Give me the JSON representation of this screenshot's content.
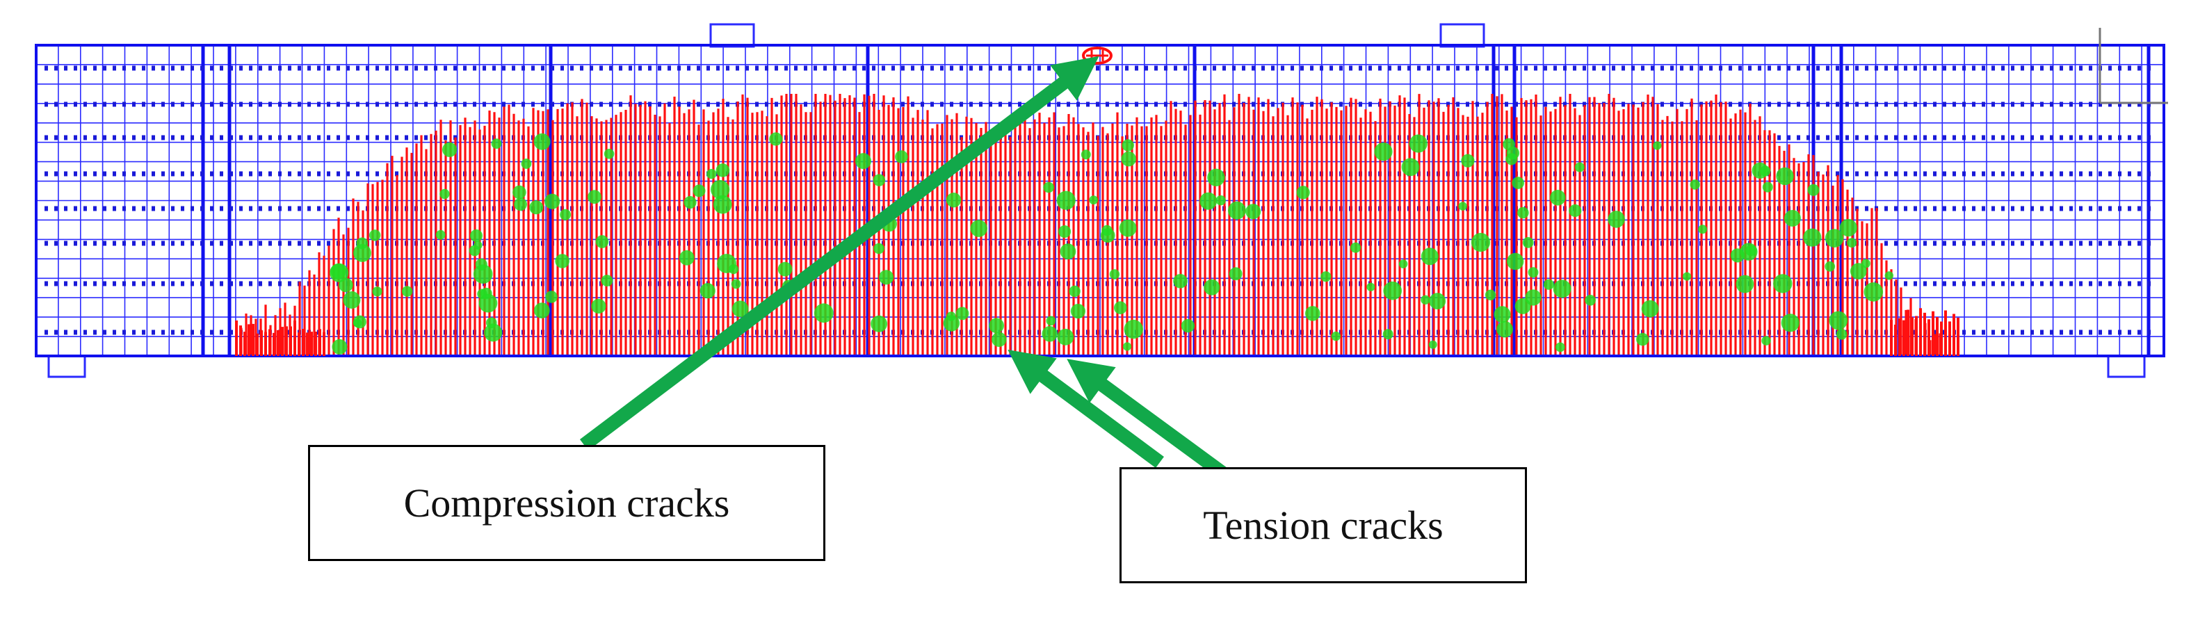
{
  "figure": {
    "labels": {
      "compression": "Compression cracks",
      "tension": "Tension cracks"
    },
    "colors": {
      "mesh": "#2b2bff",
      "rebar": "#1010ee",
      "rebar_dot": "#1a1ad8",
      "tension_crack": "#ff1010",
      "crushing": "#22dd22",
      "arrow": "#12a84a",
      "background": "#ffffff"
    },
    "mesh": {
      "columns": 96,
      "rows": 16
    }
  }
}
